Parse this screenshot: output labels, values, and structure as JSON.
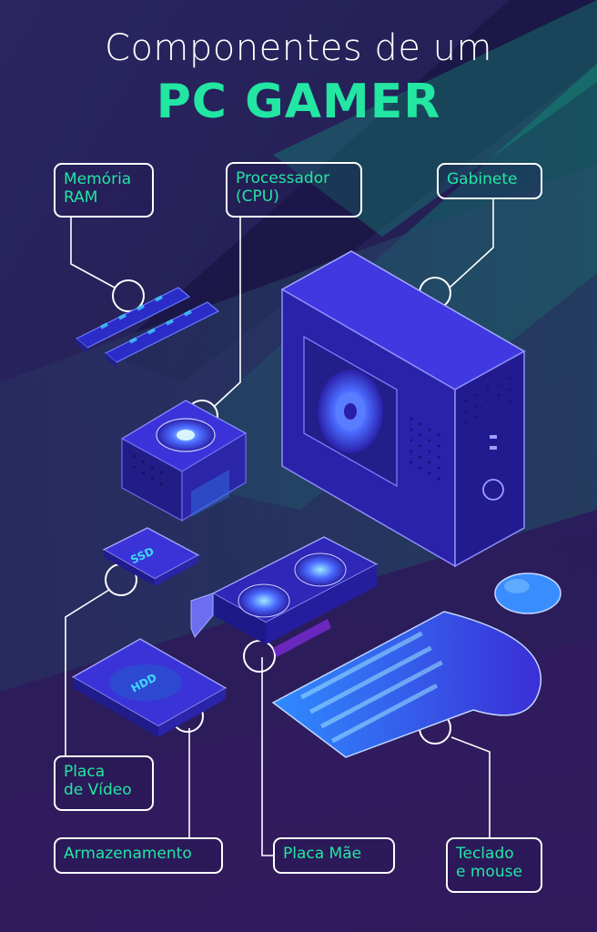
{
  "title": {
    "line1": "Componentes de um",
    "line2": "PC GAMER"
  },
  "labels": {
    "ram": "Memória\nRAM",
    "cpu": "Processador\n(CPU)",
    "case": "Gabinete",
    "gpu": "Placa\nde Vídeo",
    "storage": "Armazenamento",
    "motherboard": "Placa Mãe",
    "keyboard_mouse": "Teclado\ne mouse"
  },
  "drive_labels": {
    "ssd": "SSD",
    "hdd": "HDD"
  },
  "colors": {
    "accent": "#22e6a2",
    "background": "#1f1b4e",
    "component": "#3a2fd6",
    "glow": "#3fd7ff"
  },
  "icons": [
    "ram-icon",
    "cpu-cooler-icon",
    "pc-case-icon",
    "ssd-icon",
    "hdd-icon",
    "graphics-card-icon",
    "keyboard-icon",
    "mouse-icon"
  ]
}
